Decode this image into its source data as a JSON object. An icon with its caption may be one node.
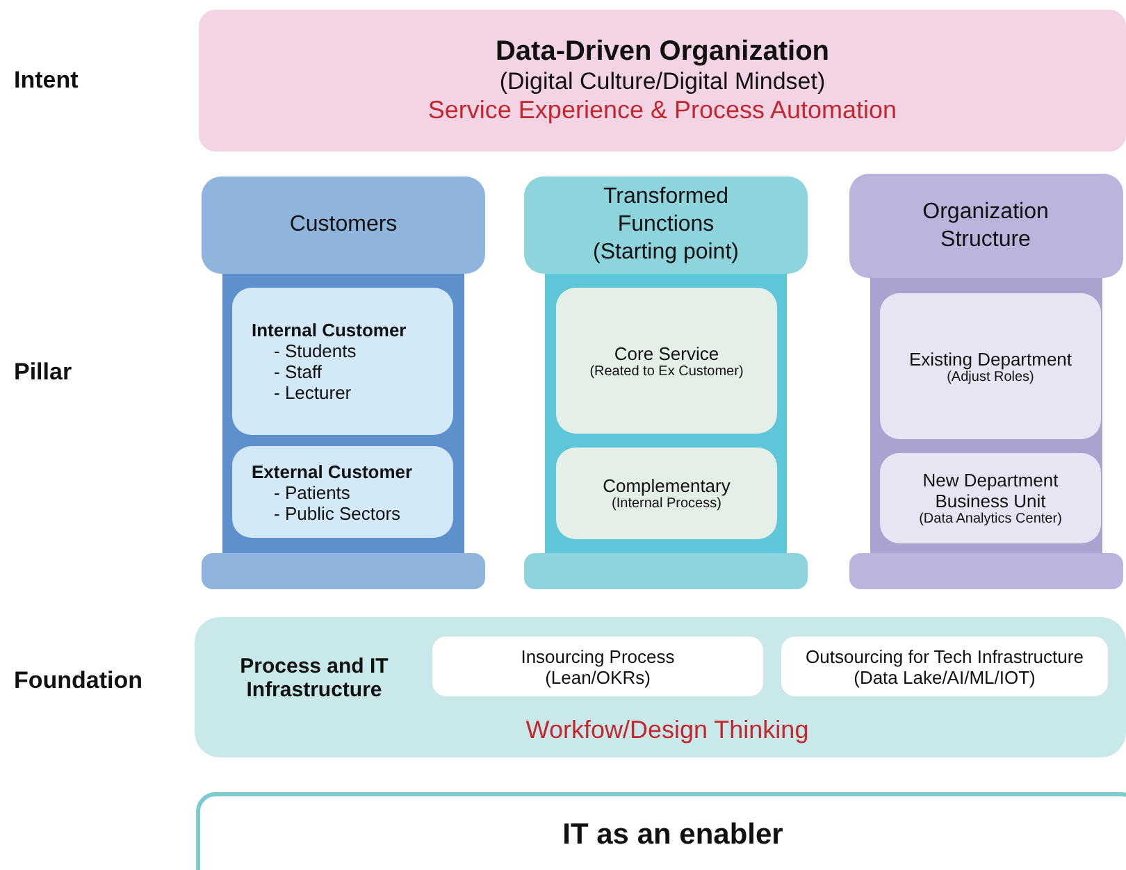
{
  "diagram": {
    "nodes": [
      {
        "text": [
          "Data-Driven Organization",
          "(Digital Culture/Digital Mindset)",
          "Service Experience & Process Automation"
        ]
      },
      {
        "text": [
          "Customers"
        ]
      },
      {
        "text": [
          "Internal Customer",
          "- Students",
          "- Staff",
          "- Lecturer"
        ],
        "in": 1
      },
      {
        "text": [
          "External Customer",
          "- Patients",
          "- Public Sectors"
        ],
        "in": 1
      },
      {
        "text": [
          "Transformed Functions",
          "(Starting point)"
        ]
      },
      {
        "text": [
          "Core Service",
          "(Reated to Ex Customer)"
        ],
        "in": 4
      },
      {
        "text": [
          "Complementary",
          "(Internal Process)"
        ],
        "in": 4
      },
      {
        "text": [
          "Organization Structure"
        ]
      },
      {
        "text": [
          "Existing Department",
          "(Adjust Roles)"
        ],
        "in": 7
      },
      {
        "text": [
          "New Department Business Unit",
          "(Data Analytics Center)"
        ],
        "in": 7
      },
      {
        "text": [
          "Process and IT Infrastructure",
          "Workfow/Design Thinking"
        ]
      },
      {
        "text": [
          "Insourcing Process",
          "(Lean/OKRs)"
        ],
        "in": 10
      },
      {
        "text": [
          "Outsourcing for Tech Infrastructure",
          "(Data Lake/AI/ML/IOT)"
        ],
        "in": 10
      },
      {
        "text": [
          "IT as an enabler"
        ]
      }
    ],
    "labels": [
      "Intent",
      "Pillar",
      "Foundation"
    ]
  }
}
